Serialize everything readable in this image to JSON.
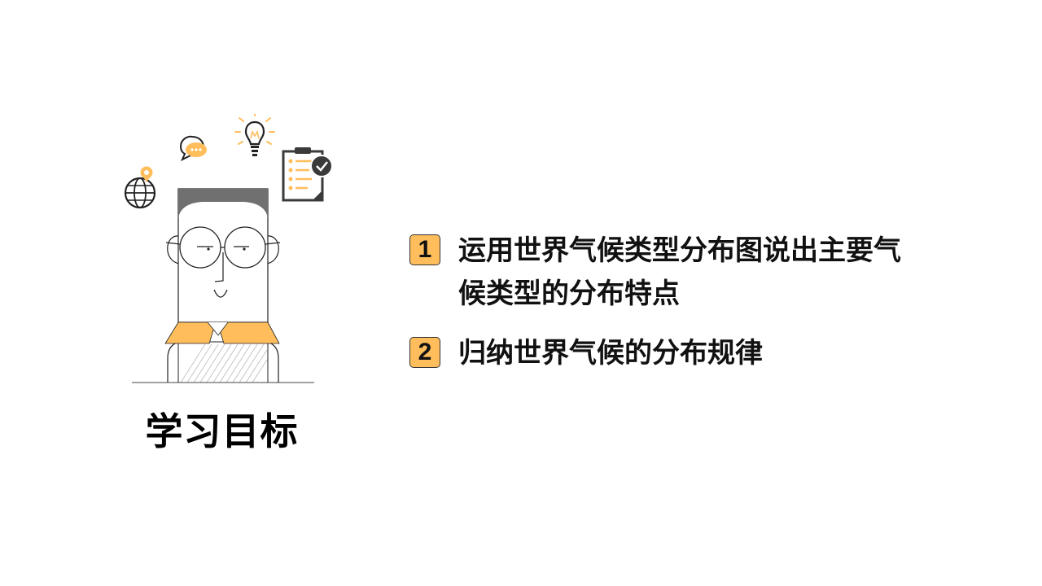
{
  "title": "学习目标",
  "objectives": [
    {
      "number": "1",
      "text": "运用世界气候类型分布图说出主要气候类型的分布特点"
    },
    {
      "number": "2",
      "text": "归纳世界气候的分布规律"
    }
  ],
  "icons": [
    "globe-pin-icon",
    "chat-bubble-icon",
    "lightbulb-icon",
    "checklist-icon"
  ],
  "colors": {
    "accent": "#ffbd5c",
    "hair": "#707070",
    "text": "#111111"
  }
}
